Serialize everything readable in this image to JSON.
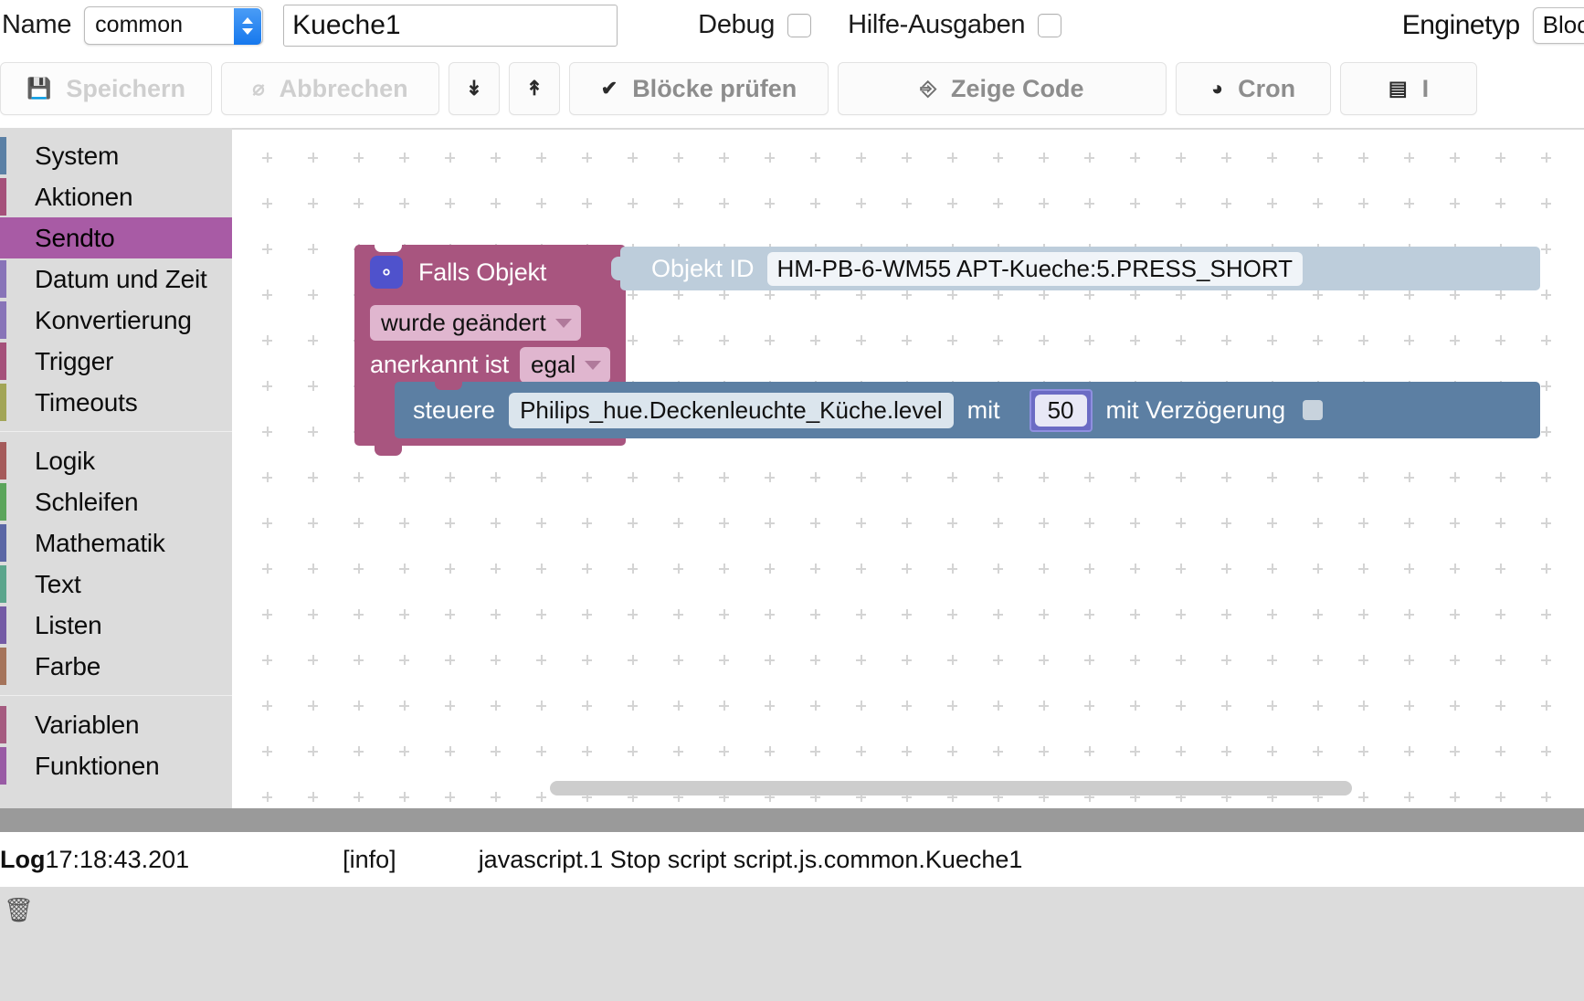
{
  "topbar": {
    "name_label": "Name",
    "group_select": {
      "value": "common"
    },
    "script_name": {
      "value": "Kueche1",
      "placeholder": ""
    },
    "debug_label": "Debug",
    "help_output_label": "Hilfe-Ausgaben",
    "engine_label": "Enginetyp",
    "engine_value": "Blockly"
  },
  "toolbar": {
    "save": {
      "label": "Speichern",
      "icon": "save-icon",
      "glyph": "",
      "disabled": true
    },
    "cancel": {
      "label": "Abbrechen",
      "icon": "cancel-icon",
      "glyph": "⌀",
      "disabled": true
    },
    "import": {
      "label": "",
      "icon": "import-icon",
      "glyph": "⤓"
    },
    "export": {
      "label": "",
      "icon": "export-icon",
      "glyph": "⤒"
    },
    "check_blocks": {
      "label": "Blöcke prüfen",
      "icon": "check-icon",
      "glyph": "✔"
    },
    "show_code": {
      "label": "Zeige Code",
      "icon": "code-icon",
      "glyph": "⌨"
    },
    "cron": {
      "label": "Cron",
      "icon": "clock-icon",
      "glyph": "◕"
    },
    "last": {
      "label": "I",
      "icon": "book-icon",
      "glyph": "▤"
    }
  },
  "sidebar": {
    "items": [
      {
        "label": "System",
        "color": "#5b80a5",
        "selected": false
      },
      {
        "label": "Aktionen",
        "color": "#a5517a",
        "selected": false
      },
      {
        "label": "Sendto",
        "color": "#a85ba5",
        "selected": true
      },
      {
        "label": "Datum und Zeit",
        "color": "#8874b8",
        "selected": false
      },
      {
        "label": "Konvertierung",
        "color": "#8874b8",
        "selected": false
      },
      {
        "label": "Trigger",
        "color": "#a5517a",
        "selected": false
      },
      {
        "label": "Timeouts",
        "color": "#a2a556",
        "selected": false
      }
    ],
    "items2": [
      {
        "label": "Logik",
        "color": "#a55b5b",
        "selected": false
      },
      {
        "label": "Schleifen",
        "color": "#5ba55b",
        "selected": false
      },
      {
        "label": "Mathematik",
        "color": "#5b67a5",
        "selected": false
      },
      {
        "label": "Text",
        "color": "#5ba58c",
        "selected": false
      },
      {
        "label": "Listen",
        "color": "#745ba5",
        "selected": false
      },
      {
        "label": "Farbe",
        "color": "#a5745b",
        "selected": false
      }
    ],
    "items3": [
      {
        "label": "Variablen",
        "color": "#a55b80",
        "selected": false
      },
      {
        "label": "Funktionen",
        "color": "#995ba5",
        "selected": false
      }
    ]
  },
  "workspace": {
    "if_block": {
      "title": "Falls Objekt",
      "gear_icon": "gear-icon",
      "condition_dropdown": "wurde geändert",
      "ack_label": "anerkannt ist",
      "ack_dropdown": "egal",
      "color": "#a8557f"
    },
    "objid_block": {
      "label": "Objekt ID",
      "value": "HM-PB-6-WM55 APT-Kueche:5.PRESS_SHORT",
      "color": "#bdcddb"
    },
    "control_block": {
      "label": "steuere",
      "object": "Philips_hue.Deckenleuchte_Küche.level",
      "with_label": "mit",
      "value": "50",
      "delay_label": "mit Verzögerung",
      "color": "#5c7fa3"
    }
  },
  "log": {
    "title": "Log",
    "time": "17:18:43.201",
    "level": "[info]",
    "message": "javascript.1 Stop script script.js.common.Kueche1",
    "trash_icon": "trash-icon",
    "trash_glyph": "🗑"
  }
}
